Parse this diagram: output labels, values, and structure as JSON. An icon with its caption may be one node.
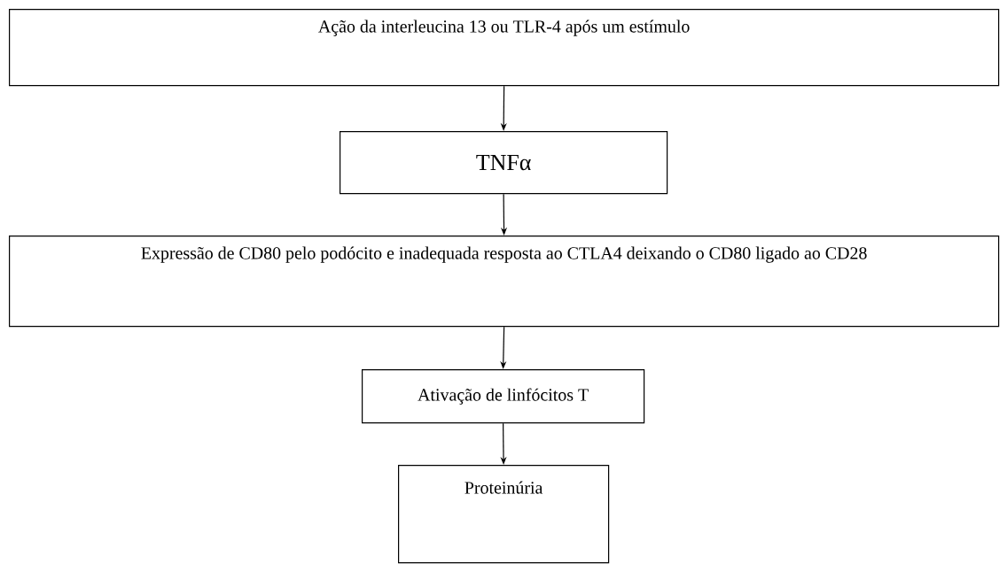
{
  "diagram": {
    "nodes": [
      {
        "text": [
          "Ação da interleucina 13 ou TLR-4 após um estímulo"
        ]
      },
      {
        "text": [
          "TNFα"
        ]
      },
      {
        "text": [
          "Expressão de CD80 pelo podócito e inadequada resposta ao CTLA4 deixando o CD80 ligado ao CD28"
        ]
      },
      {
        "text": [
          "Ativação de linfócitos T"
        ]
      },
      {
        "text": [
          "Proteinúria"
        ]
      }
    ],
    "edges": [
      {
        "from": 0,
        "to": 1,
        "arrow": "to"
      },
      {
        "from": 1,
        "to": 2,
        "arrow": "to"
      },
      {
        "from": 2,
        "to": 3,
        "arrow": "to"
      },
      {
        "from": 3,
        "to": 4,
        "arrow": "to"
      }
    ]
  }
}
